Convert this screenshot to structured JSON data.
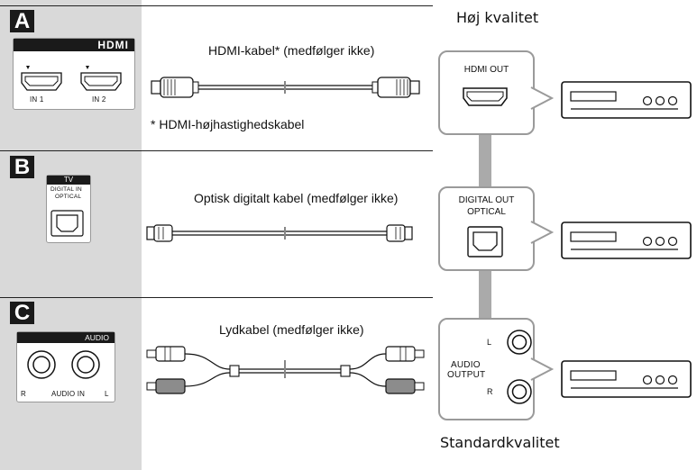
{
  "sections": [
    {
      "letter": "A",
      "cable_label": "HDMI-kabel* (medfølger ikke)",
      "footnote": "* HDMI-højhastighedskabel"
    },
    {
      "letter": "B",
      "cable_label": "Optisk digitalt kabel (medfølger ikke)"
    },
    {
      "letter": "C",
      "cable_label": "Lydkabel (medfølger ikke)"
    }
  ],
  "tv_panels": {
    "hdmi": {
      "logo": "HDMI",
      "in1": "IN 1",
      "in2": "IN 2"
    },
    "optical": {
      "title": "TV",
      "line1": "DIGITAL IN",
      "line2": "OPTICAL"
    },
    "audio": {
      "title": "AUDIO",
      "r": "R",
      "audio_in": "AUDIO IN",
      "l": "L"
    }
  },
  "device_outputs": {
    "hdmi_out": "HDMI OUT",
    "digital_out_1": "DIGITAL OUT",
    "digital_out_2": "OPTICAL",
    "audio_output_1": "AUDIO",
    "audio_output_2": "OUTPUT",
    "l": "L",
    "r": "R"
  },
  "quality_top": "Høj kvalitet",
  "quality_bottom": "Standardkvalitet",
  "colors": {
    "sidebar": "#d9d9d9",
    "strip": "#aaaaaa",
    "box_border": "#9a9a9a",
    "letter_bg": "#1a1a1a"
  }
}
